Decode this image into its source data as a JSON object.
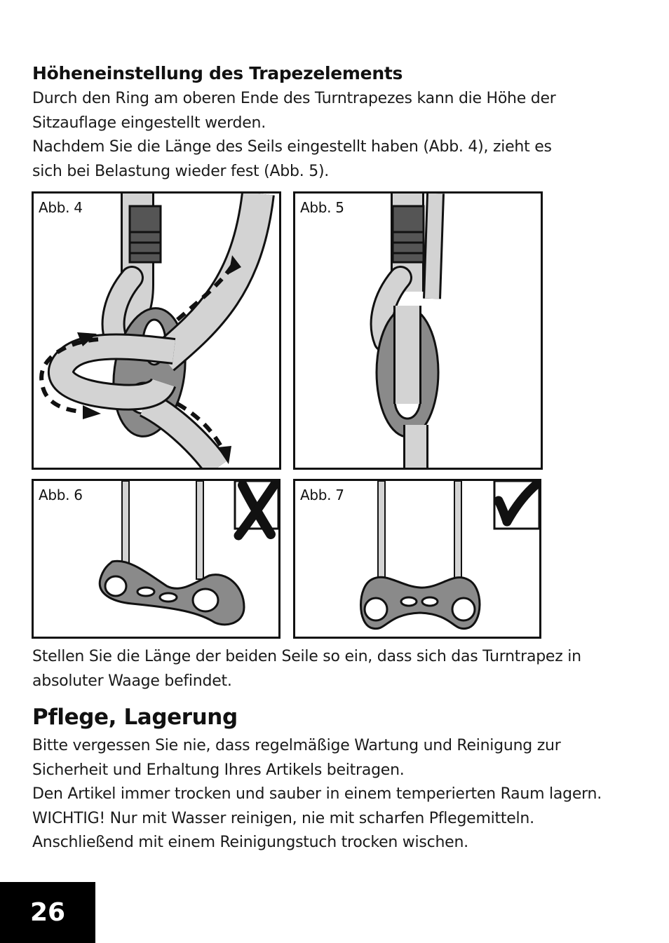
{
  "section1": {
    "heading": "Höheneinstellung des Trapezelements",
    "lines": [
      "Durch den Ring am oberen Ende des Turntrapezes kann die Höhe der",
      "Sitzauflage eingestellt werden.",
      "Nachdem Sie die Länge des Seils eingestellt haben (Abb. 4), zieht es",
      "sich bei Belastung wieder fest (Abb. 5)."
    ]
  },
  "figures": {
    "fig4": {
      "label": "Abb. 4"
    },
    "fig5": {
      "label": "Abb. 5"
    },
    "fig6": {
      "label": "Abb. 6",
      "mark": "cross-icon"
    },
    "fig7": {
      "label": "Abb. 7",
      "mark": "checkmark-icon"
    }
  },
  "section1_after": {
    "lines": [
      "Stellen Sie die Länge der beiden Seile so ein, dass sich das Turntrapez in",
      "absoluter Waage befindet."
    ]
  },
  "section2": {
    "heading": "Pflege, Lagerung",
    "lines": [
      "Bitte vergessen Sie nie, dass regelmäßige Wartung und Reinigung zur",
      "Sicherheit und Erhaltung Ihres Artikels beitragen.",
      "Den Artikel immer trocken und sauber in einem temperierten Raum lagern.",
      "WICHTIG! Nur mit Wasser reinigen, nie mit scharfen Pflegemitteln.",
      "Anschließend mit einem Reinigungstuch trocken wischen."
    ]
  },
  "page_number": "26",
  "colors": {
    "rope": "#d3d3d3",
    "ring": "#8a8a8a",
    "outline": "#111111",
    "page_box": "#000000"
  }
}
